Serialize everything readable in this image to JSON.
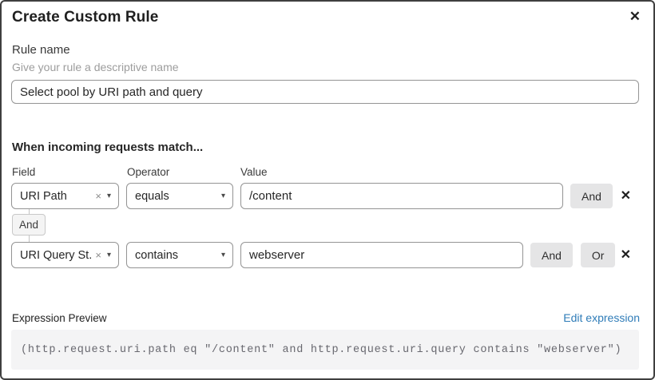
{
  "dialog": {
    "title": "Create Custom Rule"
  },
  "icons": {
    "close": "✕",
    "remove": "✕",
    "clear": "×",
    "caret": "▾"
  },
  "rule_name": {
    "label": "Rule name",
    "helper": "Give your rule a descriptive name",
    "value": "Select pool by URI path and query"
  },
  "matcher": {
    "heading": "When incoming requests match...",
    "columns": {
      "field": "Field",
      "operator": "Operator",
      "value": "Value"
    },
    "connector_label": "And",
    "rows": [
      {
        "field": "URI Path",
        "operator": "equals",
        "value": "/content",
        "buttons": [
          "And"
        ]
      },
      {
        "field": "URI Query St...",
        "operator": "contains",
        "value": "webserver",
        "buttons": [
          "And",
          "Or"
        ]
      }
    ]
  },
  "expression": {
    "label": "Expression Preview",
    "edit_link": "Edit expression",
    "code": "(http.request.uri.path eq \"/content\" and http.request.uri.query contains \"webserver\")"
  },
  "colors": {
    "link_blue": "#2f7cb8",
    "button_gray": "#e5e5e6",
    "code_bg": "#f4f4f5",
    "border_gray": "#949494"
  }
}
